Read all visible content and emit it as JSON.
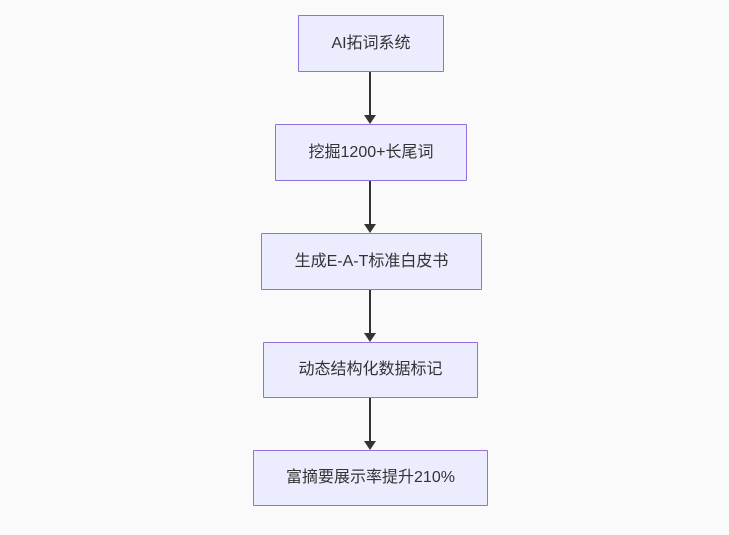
{
  "flowchart": {
    "type": "flowchart",
    "direction": "top-down",
    "nodes": [
      {
        "id": "step-1",
        "label": "AI拓词系统"
      },
      {
        "id": "step-2",
        "label": "挖掘1200+长尾词"
      },
      {
        "id": "step-3",
        "label": "生成E-A-T标准白皮书"
      },
      {
        "id": "step-4",
        "label": "动态结构化数据标记"
      },
      {
        "id": "step-5",
        "label": "富摘要展示率提升210%"
      }
    ],
    "edges": [
      {
        "from": "step-1",
        "to": "step-2",
        "style": "arrow-down"
      },
      {
        "from": "step-2",
        "to": "step-3",
        "style": "arrow-down"
      },
      {
        "from": "step-3",
        "to": "step-4",
        "style": "arrow-down"
      },
      {
        "from": "step-4",
        "to": "step-5",
        "style": "arrow-down"
      }
    ],
    "colors": {
      "node_fill": "#ECECFF",
      "node_border": "#9370DB",
      "arrow": "#333333",
      "text": "#333333",
      "background": "#fafafa"
    }
  }
}
